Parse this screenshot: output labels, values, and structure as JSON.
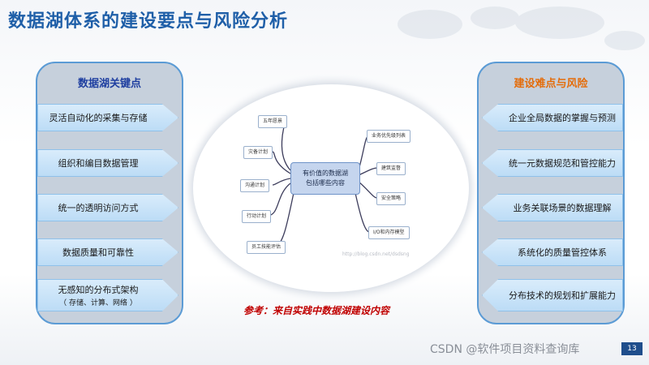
{
  "title": "数据湖体系的建设要点与风险分析",
  "left_panel": {
    "heading": "数据湖关键点",
    "items": [
      {
        "label": "灵活自动化的采集与存储",
        "sub": ""
      },
      {
        "label": "组织和编目数据管理",
        "sub": ""
      },
      {
        "label": "统一的透明访问方式",
        "sub": ""
      },
      {
        "label": "数据质量和可靠性",
        "sub": ""
      },
      {
        "label": "无感知的分布式架构",
        "sub": "（ 存储、计算、网络 ）"
      }
    ]
  },
  "right_panel": {
    "heading": "建设难点与风险",
    "items": [
      {
        "label": "企业全局数据的掌握与预测"
      },
      {
        "label": "统一元数据规范和管控能力"
      },
      {
        "label": "业务关联场景的数据理解"
      },
      {
        "label": "系统化的质量管控体系"
      },
      {
        "label": "分布技术的规划和扩展能力"
      }
    ]
  },
  "mind_map": {
    "center_line1": "有价值的数据湖",
    "center_line2": "包括哪些内容",
    "left_nodes": [
      "五年愿景",
      "灾备计划",
      "沟通计划",
      "行动计划",
      "员工技能评估"
    ],
    "right_nodes": [
      "业务优先级列表",
      "建筑监督",
      "安全策略",
      "I/O和内存模型"
    ],
    "watermark": "http://blog.csdn.net/dsdsng"
  },
  "reference_note": "参考：来自实践中数据湖建设内容",
  "csdn_watermark": "CSDN @软件项目资料查询库",
  "page_number": "13",
  "colors": {
    "title": "#1f5fa8",
    "left_heading": "#1f3fa0",
    "right_heading": "#e46c0a",
    "reference": "#c00000",
    "panel_border": "#5b9bd5"
  }
}
